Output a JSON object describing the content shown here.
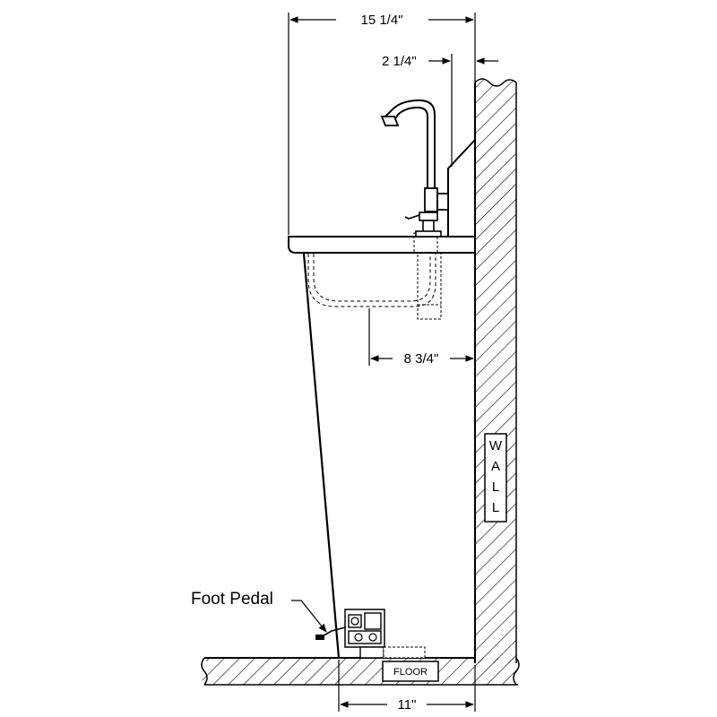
{
  "dimensions": {
    "overall_depth": "15 1/4\"",
    "wall_offset": "2 1/4\"",
    "drain_to_wall": "8 3/4\"",
    "base_depth": "11\""
  },
  "labels": {
    "foot_pedal": "Foot Pedal",
    "floor": "FLOOR",
    "wall": [
      "W",
      "A",
      "L",
      "L"
    ]
  }
}
